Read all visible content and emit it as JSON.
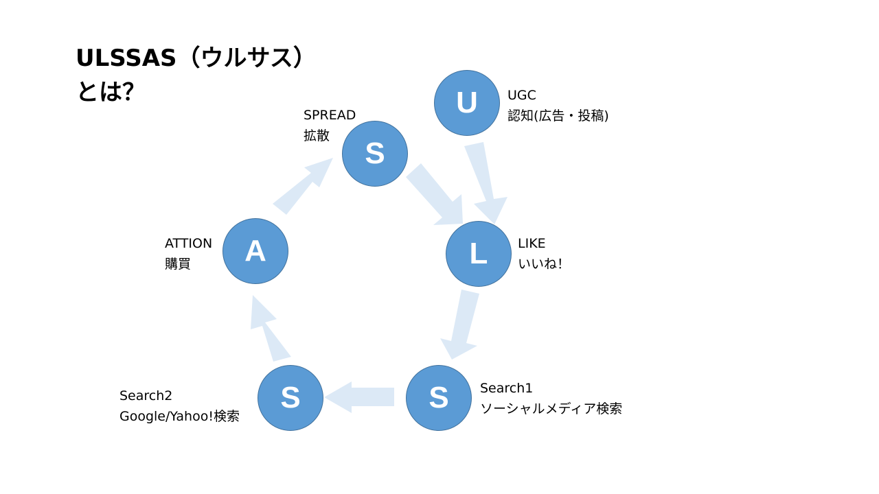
{
  "title": {
    "line1": "ULSSAS（ウルサス）",
    "line2": "とは？"
  },
  "colors": {
    "node_fill": "#5b9bd5",
    "node_border": "#41719c",
    "arrow_fill": "#dce9f6"
  },
  "nodes": {
    "u": {
      "letter": "U",
      "en": "UGC",
      "jp": "認知(広告・投稿)"
    },
    "s_spread": {
      "letter": "S",
      "en": "SPREAD",
      "jp": "拡散"
    },
    "l": {
      "letter": "L",
      "en": "LIKE",
      "jp": "いいね！"
    },
    "a": {
      "letter": "A",
      "en": "ATTION",
      "jp": "購買"
    },
    "s_search2": {
      "letter": "S",
      "en": "Search2",
      "jp": "Google/Yahoo!検索"
    },
    "s_search1": {
      "letter": "S",
      "en": "Search1",
      "jp": "ソーシャルメディア検索"
    }
  }
}
